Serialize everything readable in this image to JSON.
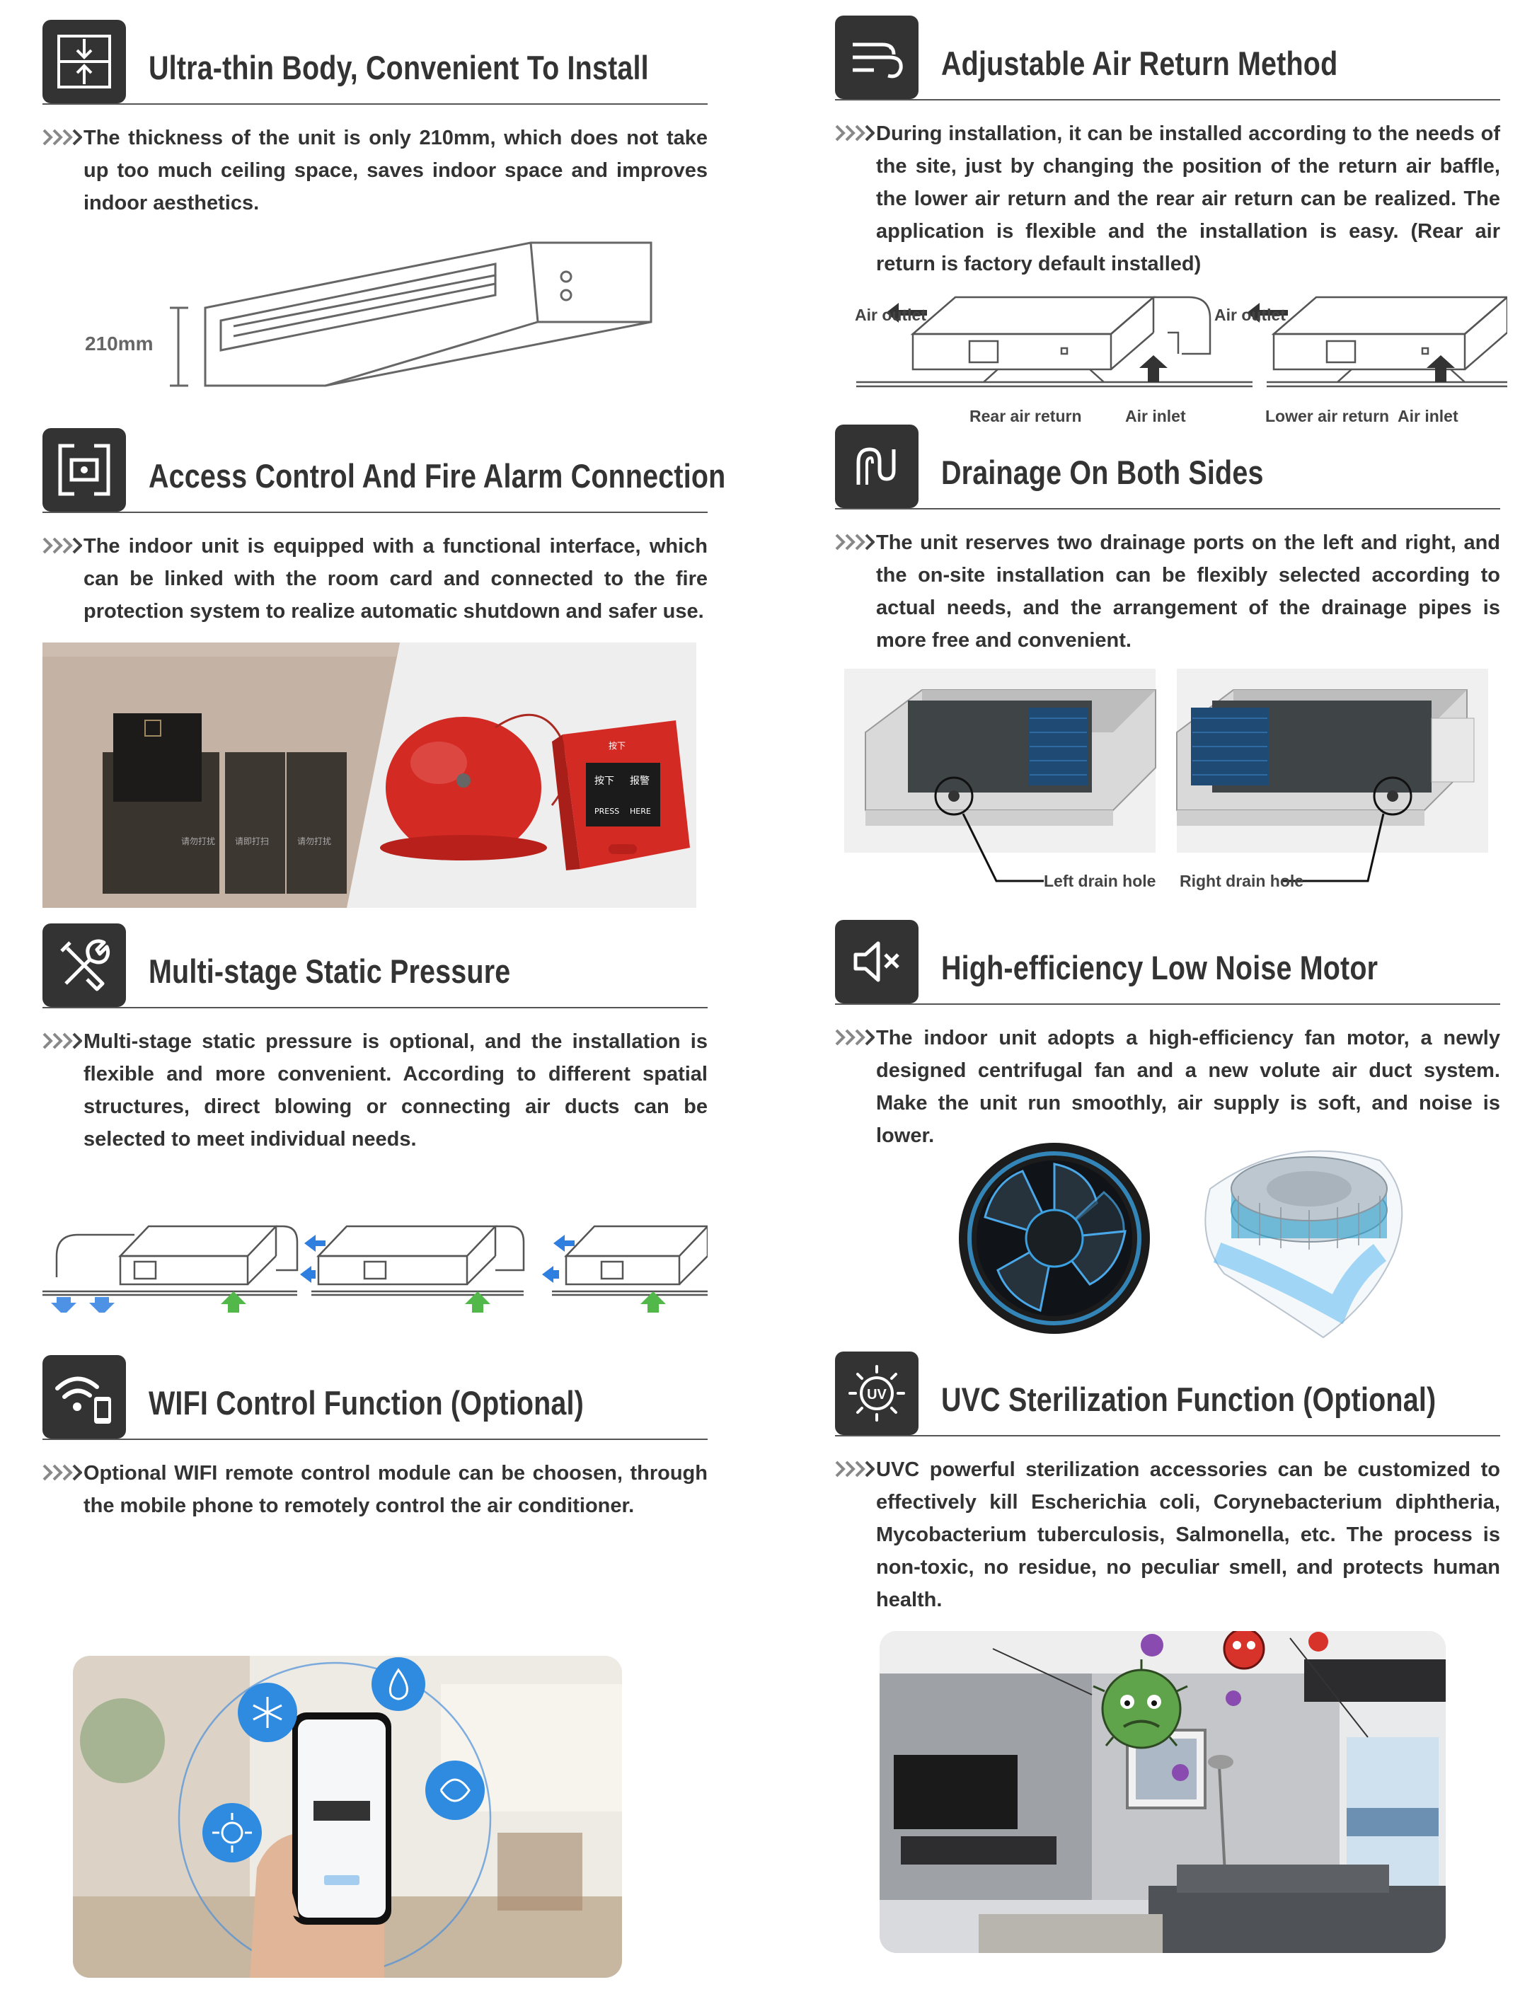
{
  "features": [
    {
      "id": "ultra-thin",
      "title": "Ultra-thin Body, Convenient To Install",
      "description": "The thickness of the unit  is only 210mm, which does not take up too much ceiling space, saves indoor space and improves indoor aesthetics.",
      "icon": "compress-arrows-icon",
      "dimension_label": "210mm"
    },
    {
      "id": "air-return",
      "title": "Adjustable Air Return Method",
      "description": "During installation, it can be installed according to the needs of the site, just by changing the position of the return air baffle, the lower air return and the rear air return can be realized. The application is flexible and the installation is easy. (Rear air return is factory default installed)",
      "icon": "wind-icon",
      "diagram_labels": {
        "outlet_1": "Air outlet",
        "outlet_2": "Air outlet",
        "rear_return": "Rear air return",
        "inlet_1": "Air inlet",
        "lower_return": "Lower air return",
        "inlet_2": "Air inlet"
      }
    },
    {
      "id": "access-control",
      "title": "Access Control And Fire Alarm Connection",
      "description": "The indoor unit is equipped with a functional interface, which can be linked with the room card and connected to the fire protection system to realize automatic shutdown and safer use.",
      "icon": "access-card-icon"
    },
    {
      "id": "drainage",
      "title": "Drainage On Both Sides",
      "description": "The unit reserves two drainage ports on the left and right, and the on-site installation can be flexibly selected according to actual needs, and the arrangement of the drainage pipes is more free and convenient.",
      "icon": "drain-pipe-icon",
      "left_label": "Left drain hole",
      "right_label": "Right drain hole"
    },
    {
      "id": "static-pressure",
      "title": "Multi-stage Static Pressure",
      "description": "Multi-stage static pressure is optional, and the installation is flexible and more convenient. According to different spatial structures, direct blowing or connecting air ducts can be selected to meet individual needs.",
      "icon": "tools-icon"
    },
    {
      "id": "low-noise",
      "title": "High-efficiency Low Noise Motor",
      "description": "The indoor unit adopts a high-efficiency fan motor, a newly designed centrifugal fan and a new volute air duct system. Make the unit run smoothly, air supply is soft, and noise is lower.",
      "icon": "speaker-mute-icon"
    },
    {
      "id": "wifi",
      "title": "WIFI Control Function (Optional)",
      "description": "Optional WIFI remote control module can be choosen, through the mobile phone to remotely control the air conditioner.",
      "icon": "wifi-phone-icon"
    },
    {
      "id": "uvc",
      "title": "UVC Sterilization Function (Optional)",
      "description": "UVC powerful sterilization accessories can be customized to effectively kill Escherichia coli, Corynebacterium diphtheria, Mycobacterium tuberculosis, Salmonella, etc. The process is non-toxic, no residue, no peculiar smell, and protects human health.",
      "icon": "uv-sun-icon",
      "badge": "UV"
    }
  ],
  "photo_text": {
    "panel_1": "请勿打扰",
    "panel_2": "请即打扫",
    "panel_3": "请勿打扰",
    "alarm_1": "按下",
    "alarm_2": "报警",
    "alarm_3": "PRESS",
    "alarm_4": "HERE"
  },
  "colors": {
    "text": "#333333",
    "icon_bg": "#333333",
    "rule": "#555555",
    "airflow_blue": "#2e7fe0",
    "airflow_green": "#52b84a"
  }
}
